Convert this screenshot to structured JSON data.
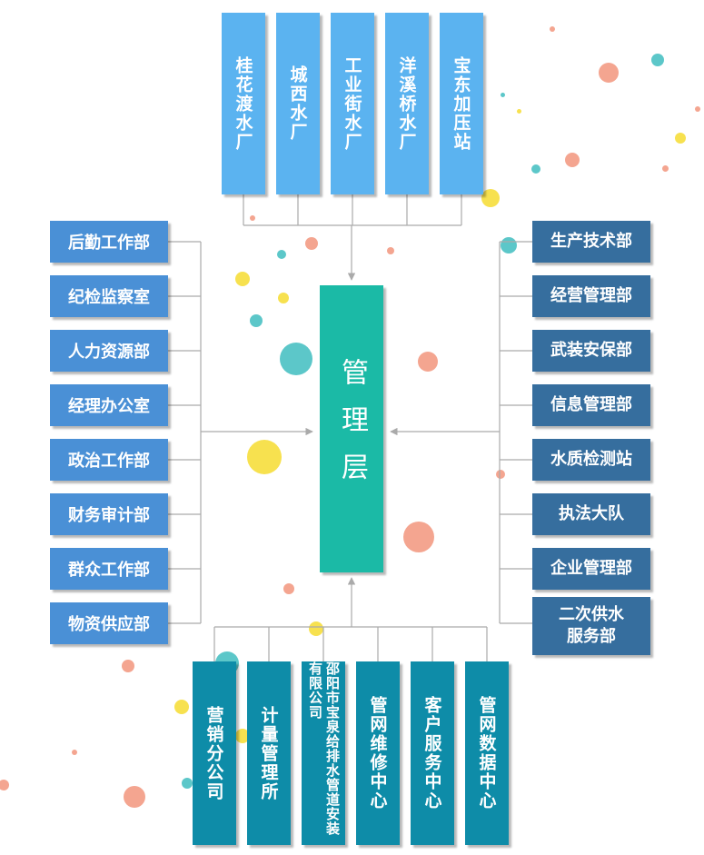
{
  "center": {
    "label": "管理层"
  },
  "top_units": [
    "桂花渡水厂",
    "城西水厂",
    "工业街水厂",
    "洋溪桥水厂",
    "宝东加压站"
  ],
  "left_departments": [
    "后勤工作部",
    "纪检监察室",
    "人力资源部",
    "经理办公室",
    "政治工作部",
    "财务审计部",
    "群众工作部",
    "物资供应部"
  ],
  "right_departments": [
    "生产技术部",
    "经营管理部",
    "武装安保部",
    "信息管理部",
    "水质检测站",
    "执法大队",
    "企业管理部",
    "二次供水\n服务部"
  ],
  "bottom_units": [
    "营销分公司",
    "计量管理所",
    "邵阳市宝泉给排水管道安装有限公司",
    "管网维修中心",
    "客户服务中心",
    "管网数据中心"
  ],
  "colors": {
    "top": "#5bb3f0",
    "left": "#4a90d6",
    "right": "#366e9e",
    "bottom": "#0e8ca8",
    "center": "#1bbaa6",
    "connector": "#aaaaaa"
  }
}
